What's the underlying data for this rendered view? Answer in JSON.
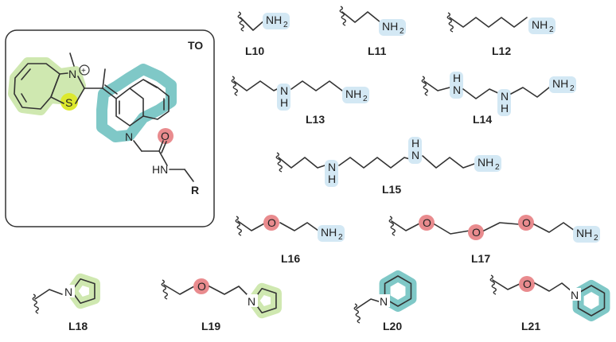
{
  "colors": {
    "amine_highlight": "#d3e8f4",
    "oxygen_highlight": "#e98b8e",
    "sulfur_highlight": "#dce82e",
    "benzothiazole_highlight": "#cfe8b0",
    "pyrrolidine_highlight": "#cfe8b0",
    "quinoline_highlight": "#7fc8c7",
    "piperidine_highlight": "#7fc8c7",
    "box_border": "#333333"
  },
  "to_panel": {
    "title": "TO",
    "methyl_n": "N",
    "plus": "+",
    "sulfur": "S",
    "quinoline_n": "N",
    "carbonyl_o": "O",
    "amide_hn": "HN",
    "r_group": "R"
  },
  "linkers": [
    {
      "id": "L10",
      "label": "L10",
      "terminal": "NH2"
    },
    {
      "id": "L11",
      "label": "L11",
      "terminal": "NH2"
    },
    {
      "id": "L12",
      "label": "L12",
      "terminal": "NH2"
    },
    {
      "id": "L13",
      "label": "L13",
      "internal": [
        "N",
        "H"
      ],
      "terminal": "NH2"
    },
    {
      "id": "L14",
      "label": "L14",
      "internal": [
        "H",
        "N",
        "H",
        "N"
      ],
      "terminal": "NH2"
    },
    {
      "id": "L15",
      "label": "L15",
      "internal": [
        "N",
        "H",
        "N",
        "H"
      ],
      "terminal": "NH2"
    },
    {
      "id": "L16",
      "label": "L16",
      "oxygen": "O",
      "terminal": "NH2"
    },
    {
      "id": "L17",
      "label": "L17",
      "oxygen": "O",
      "terminal": "NH2"
    },
    {
      "id": "L18",
      "label": "L18",
      "ring_n": "N",
      "ring": "pyrrolidine"
    },
    {
      "id": "L19",
      "label": "L19",
      "oxygen": "O",
      "ring_n": "N",
      "ring": "pyrrolidine"
    },
    {
      "id": "L20",
      "label": "L20",
      "ring_n": "N",
      "ring": "piperidine"
    },
    {
      "id": "L21",
      "label": "L21",
      "oxygen": "O",
      "ring_n": "N",
      "ring": "piperidine"
    }
  ],
  "atoms": {
    "N": "N",
    "H": "H",
    "O": "O",
    "NH": "NH",
    "sub2": "2"
  }
}
